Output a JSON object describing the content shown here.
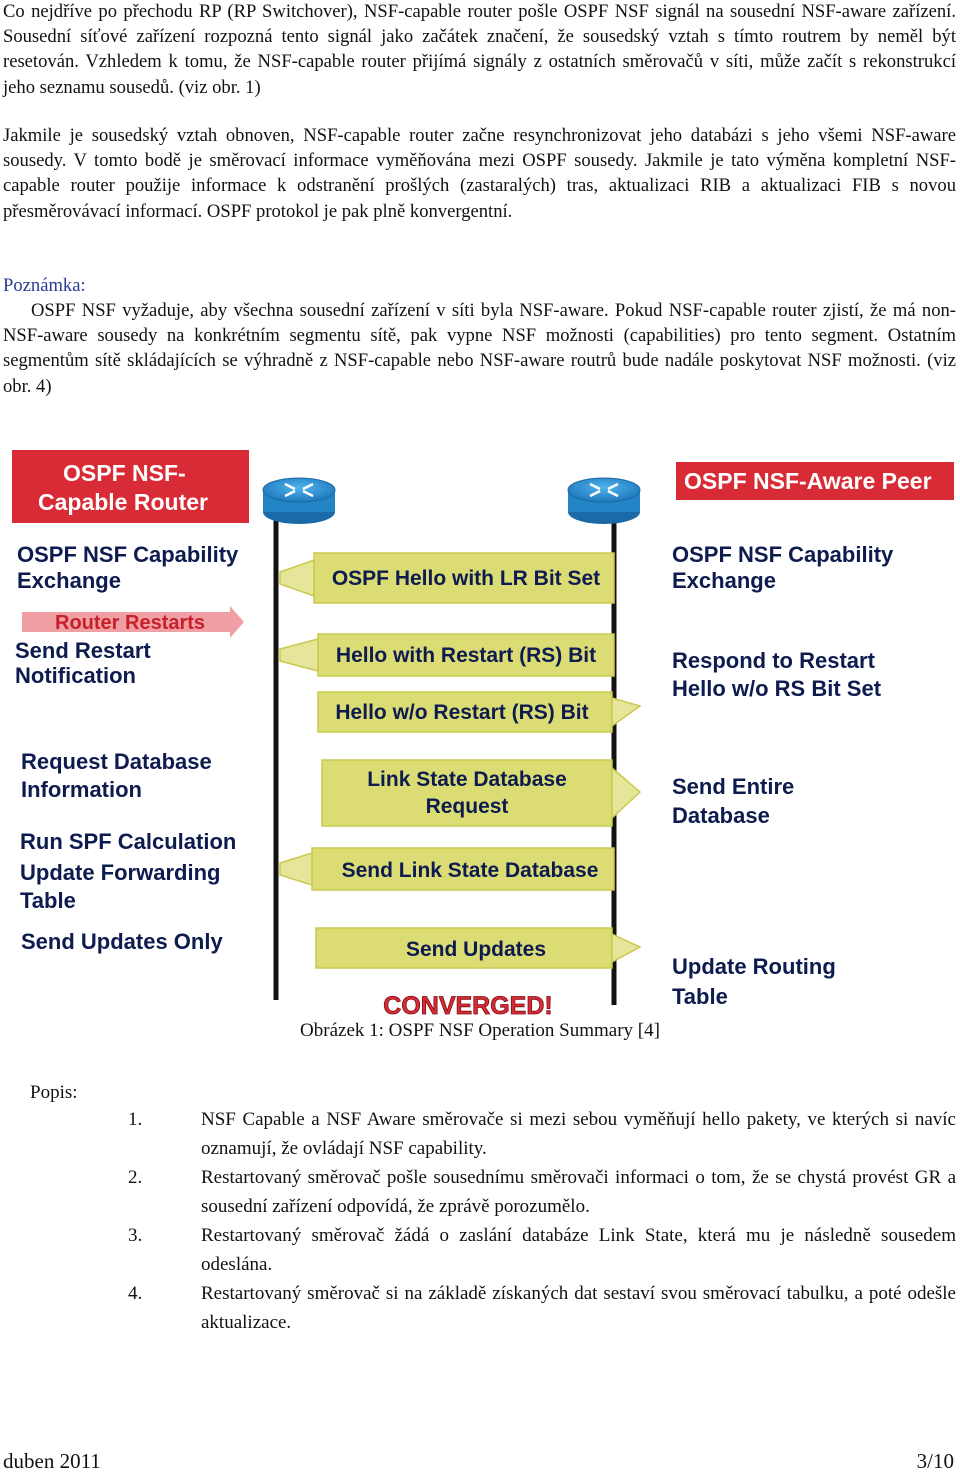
{
  "paragraphs": {
    "p1": "Co nejdříve po přechodu RP (RP Switchover), NSF-capable router pošle OSPF NSF signál na sousední NSF-aware zařízení. Sousední síťové zařízení rozpozná tento signál jako začátek značení, že sousedský vztah s tímto routrem by neměl být resetován. Vzhledem k tomu, že NSF-capable router přijímá signály z ostatních směrovačů v síti, může začít s rekonstrukcí jeho seznamu sousedů. (viz obr. 1)",
    "p2": "Jakmile je sousedský vztah obnoven, NSF-capable router začne resynchronizovat jeho databázi s jeho všemi NSF-aware sousedy. V tomto bodě je směrovací informace vyměňována mezi OSPF sousedy. Jakmile je tato výměna kompletní NSF-capable router použije informace k odstranění prošlých (zastaralých) tras, aktualizaci RIB a aktualizaci FIB s novou přesměrovávací informací. OSPF protokol je pak plně konvergentní.",
    "note_label": "Poznámka:",
    "p3": "OSPF NSF vyžaduje, aby všechna sousední zařízení v síti byla NSF-aware. Pokud NSF-capable router zjistí, že má non-NSF-aware sousedy na konkrétním segmentu sítě, pak vypne NSF možnosti (capabilities) pro tento segment. Ostatním segmentům sítě skládajících se výhradně z NSF-capable nebo NSF-aware routrů bude nadále poskytovat NSF možnosti. (viz obr. 4)"
  },
  "figure": {
    "left_title_l1": "OSPF NSF-",
    "left_title_l2": "Capable Router",
    "right_title": "OSPF NSF-Aware Peer",
    "left_labels": {
      "cap1": "OSPF NSF Capability",
      "cap2": "Exchange",
      "restarts": "Router Restarts",
      "send1": "Send Restart",
      "send2": "Notification",
      "req1": "Request Database",
      "req2": "Information",
      "spf1": "Run SPF Calculation",
      "spf2": "Update Forwarding",
      "spf3": "Table",
      "upd": "Send Updates Only"
    },
    "right_labels": {
      "cap1": "OSPF NSF Capability",
      "cap2": "Exchange",
      "resp1": "Respond to Restart",
      "resp2": "Hello w/o RS Bit Set",
      "sendall1": "Send Entire",
      "sendall2": "Database",
      "route1": "Update Routing",
      "route2": "Table"
    },
    "messages": {
      "m1": "OSPF Hello with LR Bit Set",
      "m2": "Hello with Restart (RS) Bit",
      "m3": "Hello w/o Restart (RS) Bit",
      "m4a": "Link State Database",
      "m4b": "Request",
      "m5": "Send Link State Database",
      "m6": "Send Updates"
    },
    "converged": "CONVERGED!",
    "colors": {
      "red_banner": "#d92b36",
      "msg_box": "#dbdb6c",
      "router": "#2d8fd0"
    }
  },
  "caption": "Obrázek 1: OSPF NSF Operation Summary [4]",
  "popis": "Popis:",
  "list": [
    {
      "num": "1.",
      "text": "NSF Capable a NSF Aware směrovače si mezi sebou vyměňují hello pakety, ve kterých si navíc oznamují, že ovládají NSF capability."
    },
    {
      "num": "2.",
      "text": "Restartovaný směrovač pošle sousednímu směrovači informaci o tom, že se chystá provést GR a sousední zařízení odpovídá, že zprávě porozumělo."
    },
    {
      "num": "3.",
      "text": "Restartovaný směrovač žádá o zaslání databáze Link State, která mu je následně sousedem odeslána."
    },
    {
      "num": "4.",
      "text": "Restartovaný směrovač si na základě získaných dat sestaví svou směrovací tabulku, a poté odešle aktualizace."
    }
  ],
  "footer": {
    "left": "duben 2011",
    "right": "3/10"
  }
}
